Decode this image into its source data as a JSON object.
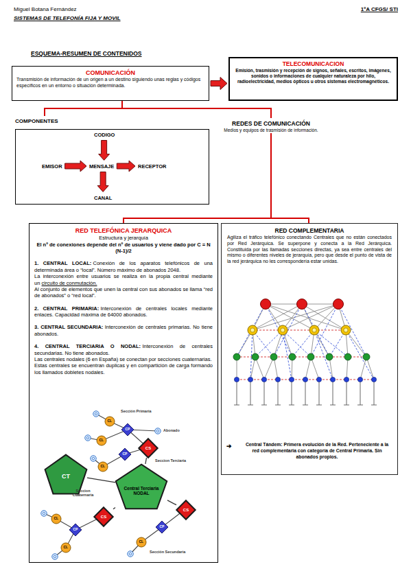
{
  "diagram": {
    "title": "ESQUEMA-RESUMEN DE CONTENIDOS",
    "nodes": [
      {
        "text": [
          "COMUNICACIÓN",
          "Transmisión de información de un origen a un destino siguiendo unas reglas y códigos específicos en un entorno o situación determinada."
        ]
      },
      {
        "text": [
          "TELECOMUNICACION",
          "Emisión, trasmisión y recepción de signos, señales, escritos, imágenes, sonidos o informaciones de cualquier naturaleza por hilo, radioelectricidad, medios ópticos u otros sistemas electromagnéticos."
        ]
      },
      {
        "text": [
          "COMPONENTES"
        ]
      },
      {
        "text": [
          "CODIGO"
        ],
        "in": 2
      },
      {
        "text": [
          "EMISOR"
        ],
        "in": 2
      },
      {
        "text": [
          "MENSAJE"
        ],
        "in": 2
      },
      {
        "text": [
          "RECEPTOR"
        ],
        "in": 2
      },
      {
        "text": [
          "CANAL"
        ],
        "in": 2
      },
      {
        "text": [
          "REDES DE COMUNICACIÓN",
          "Medios y equipos de trasmisión de información."
        ]
      },
      {
        "text": [
          "RED TELEFÓNICA JERARQUICA",
          "Estructura y jerarquía",
          "El nº de conexiones depende del nº de usuarios y viene dado por C = N (N-1)/2",
          "1. CENTRAL LOCAL:",
          "Conexión de los aparatos telefónicos de una determinada área o “local”. Número máximo de abonados 2048.",
          "La interconexión entre usuarios se realiza en la propia central mediante un",
          "circuito de conmutación.",
          "Al conjunto de elementos que unen la central con sus abonados se llama “red de abonados” o “red local”.",
          "2. CENTRAL PRIMARIA:",
          "Interconexión de centrales locales mediante enlaces. Capacidad máxima de 64000 abonados.",
          "3. CENTRAL SECUNDARIA:",
          "Interconexión de centrales primarias. No tiene abonados.",
          "4. CENTRAL TERCIARIA O NODAL:",
          "Interconexión de centrales secundarias. No tiene abonados.",
          "Las centrales nodales (6 en España) se conectan por secciones cuaternarias.",
          "Estas centrales se encuentran duplicas y en compartición de carga formando los llamados dobletes nodales."
        ]
      },
      {
        "text": [
          "CT"
        ],
        "in": 9
      },
      {
        "text": [
          "Central Terciaria NODAL"
        ],
        "in": 9
      },
      {
        "text": [
          "CS"
        ],
        "in": 9
      },
      {
        "text": [
          "CS"
        ],
        "in": 9
      },
      {
        "text": [
          "CS"
        ],
        "in": 9
      },
      {
        "text": [
          "RED COMPLEMENTARIA",
          "Agiliza el tráfico telefónico conectando Centrales que no están conectados por Red Jerárquica. Se superpone y conecta a la Red Jerárquica. Constituida por las llamadas secciones directas, ya sea entre centrales del mismo o diferentes niveles de jerarquía, pero que desde el punto de vista de la red jerárquica no les correspondería estar unidas.",
          "Central Tándem: Primera evolución de la Red. Perteneciente a la red complementaria con categoría de Central Primaria. Sin abonados propios."
        ]
      }
    ],
    "edges": [
      {
        "from": 0,
        "to": 1,
        "arrow": "to"
      },
      {
        "from": 0,
        "to": 2,
        "arrow": "none"
      },
      {
        "from": 0,
        "to": 8,
        "arrow": "none"
      },
      {
        "from": 3,
        "to": 5,
        "arrow": "to"
      },
      {
        "from": 4,
        "to": 5,
        "arrow": "to"
      },
      {
        "from": 5,
        "to": 6,
        "arrow": "to"
      },
      {
        "from": 5,
        "to": 7,
        "arrow": "to"
      },
      {
        "from": 8,
        "to": 9,
        "arrow": "none"
      },
      {
        "from": 8,
        "to": 15,
        "arrow": "none"
      },
      {
        "from": 10,
        "to": 11,
        "arrow": "none"
      },
      {
        "from": 11,
        "to": 12,
        "arrow": "none"
      },
      {
        "from": 11,
        "to": 13,
        "arrow": "none"
      },
      {
        "from": 11,
        "to": 14,
        "arrow": "none"
      }
    ],
    "labels": [
      "Miguel Botana Fernández",
      "SISTEMAS DE TELEFONÍA FIJA Y MOVIL",
      "1ºA CFGS/ STI",
      "Sección Primaria",
      "Abonado",
      "Seccion Terciaria",
      "Seccion Cuaternaria",
      "Sección Secundaria",
      "CP",
      "CP",
      "CP",
      "CP",
      "CL",
      "CL",
      "CL",
      "CL",
      "CL",
      "CL",
      "➔"
    ]
  }
}
